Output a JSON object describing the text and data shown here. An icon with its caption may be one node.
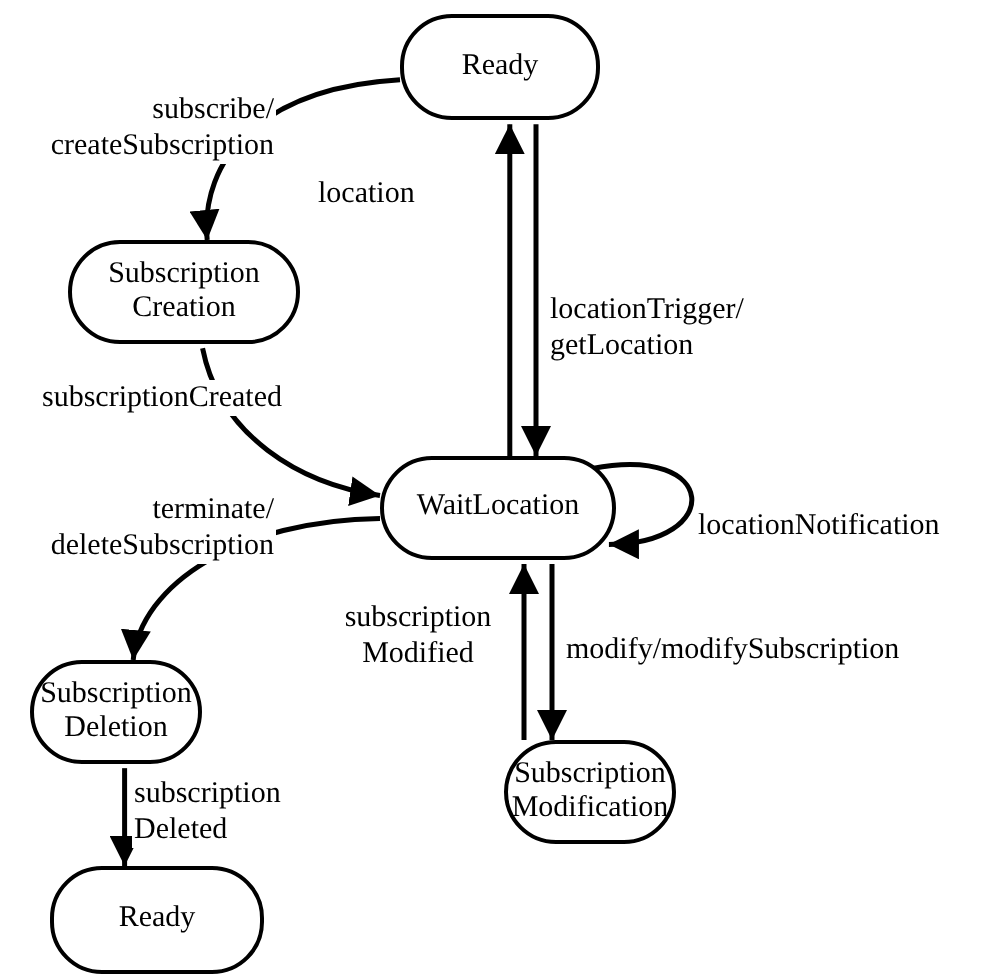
{
  "diagram": {
    "nodes": [
      {
        "text": [
          "Ready"
        ]
      },
      {
        "text": [
          "Subscription Creation"
        ]
      },
      {
        "text": [
          "WaitLocation"
        ]
      },
      {
        "text": [
          "Subscription Deletion"
        ]
      },
      {
        "text": [
          "Subscription Modification"
        ]
      },
      {
        "text": [
          "Ready"
        ]
      }
    ],
    "edges": [
      {
        "from": 0,
        "to": 1,
        "arrow": "to",
        "label": "subscribe/ createSubscription"
      },
      {
        "from": 1,
        "to": 2,
        "arrow": "to",
        "label": "subscriptionCreated"
      },
      {
        "from": 2,
        "to": 0,
        "arrow": "to",
        "label": "location"
      },
      {
        "from": 0,
        "to": 2,
        "arrow": "to",
        "label": "locationTrigger/ getLocation"
      },
      {
        "from": 2,
        "to": 2,
        "arrow": "to",
        "label": "locationNotification"
      },
      {
        "from": 2,
        "to": 3,
        "arrow": "to",
        "label": "terminate/ deleteSubscription"
      },
      {
        "from": 4,
        "to": 2,
        "arrow": "to",
        "label": "subscription Modified"
      },
      {
        "from": 2,
        "to": 4,
        "arrow": "to",
        "label": "modify/modifySubscription"
      },
      {
        "from": 3,
        "to": 5,
        "arrow": "to",
        "label": "subscription Deleted"
      }
    ]
  }
}
